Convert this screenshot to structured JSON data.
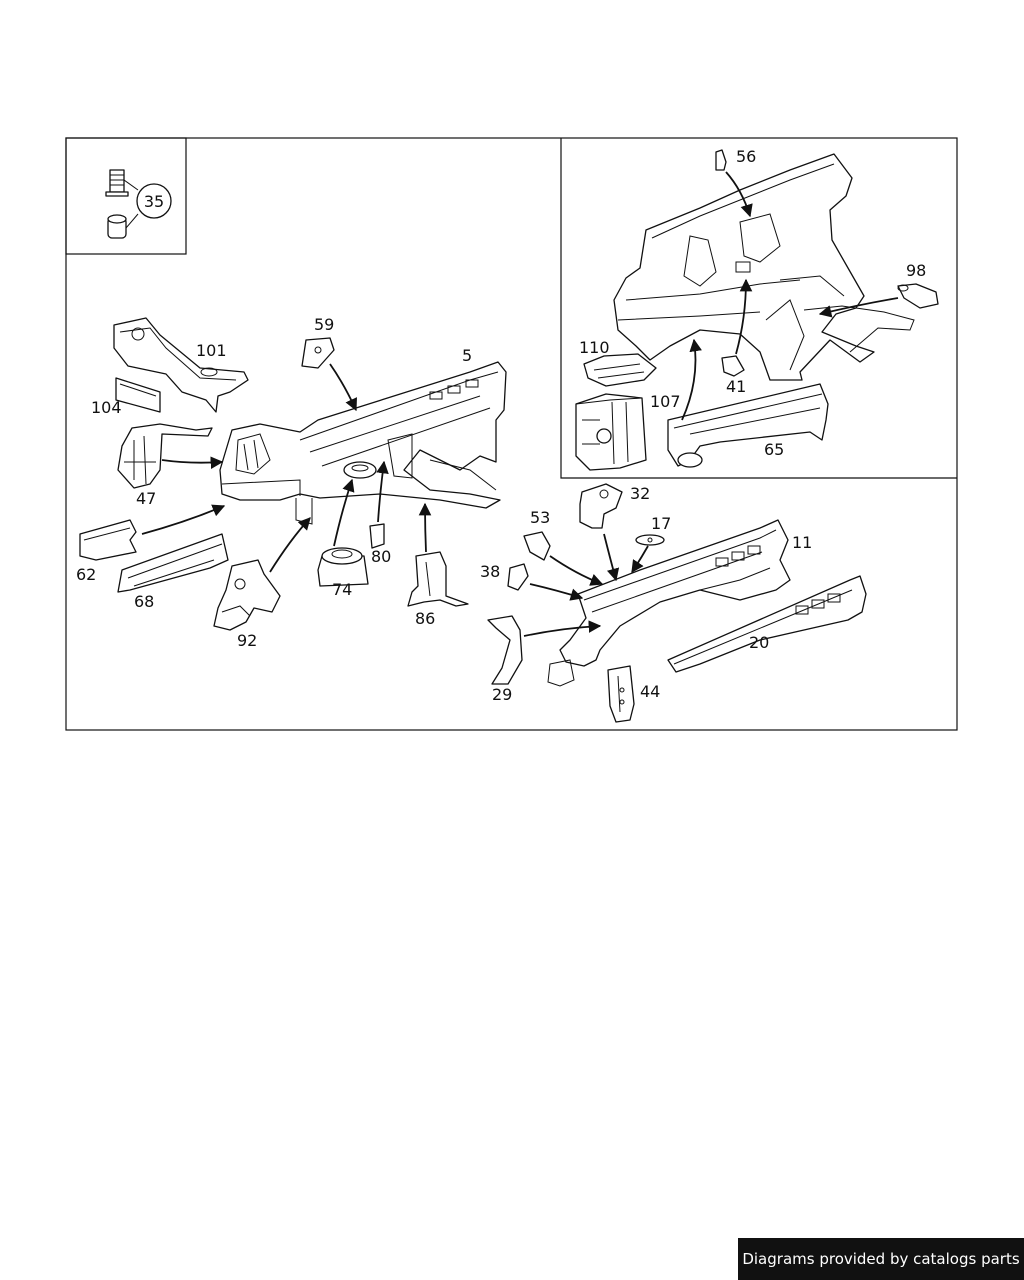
{
  "labels": {
    "l35": "35",
    "l101": "101",
    "l104": "104",
    "l59": "59",
    "l5": "5",
    "l47": "47",
    "l62": "62",
    "l68": "68",
    "l92": "92",
    "l74": "74",
    "l80": "80",
    "l86": "86",
    "l56": "56",
    "l98": "98",
    "l110": "110",
    "l41": "41",
    "l107": "107",
    "l65": "65",
    "l32": "32",
    "l53": "53",
    "l17": "17",
    "l11": "11",
    "l38": "38",
    "l29": "29",
    "l44": "44",
    "l20": "20"
  },
  "credit": "Diagrams provided by catalogs parts"
}
